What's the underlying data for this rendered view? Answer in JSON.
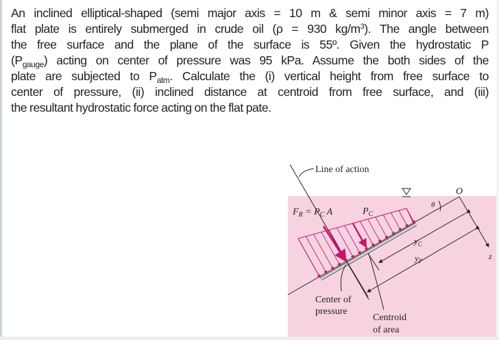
{
  "problem": {
    "l1": "An inclined elliptical-shaped (semi major axis = 10 m & semi minor axis = 7 m)",
    "l2a": "flat plate is entirely submerged in crude oil (ρ = 930 kg/m",
    "l2sup": "3",
    "l2b": "). The angle between",
    "l3": "the free surface and the plane of the surface is 55º. Given the hydrostatic P",
    "l4a": "(P",
    "l4sub": "gauge",
    "l4b": ") acting on center of pressure was 95 kPa. Assume the both sides of the",
    "l5a": "plate are subjected to P",
    "l5sub": "atm",
    "l5b": ". Calculate the (i) vertical height from free surface to",
    "l6": "center of pressure, (ii) inclined distance at centroid from free surface, and (iii)",
    "l7": "the resultant hydrostatic force acting on the flat pate."
  },
  "figure": {
    "line_of_action": "Line of action",
    "fr": "F",
    "fr_sub": "R",
    "fr_eq": " = P",
    "fr_sub2": "C",
    "fr_a": " A",
    "pc": "P",
    "pc_sub": "C",
    "origin": "O",
    "theta": "θ",
    "z": "z",
    "yc": "y",
    "yc_sub": "C",
    "yp": "y",
    "yp_sub": "P",
    "cop1": "Center of",
    "cop2": "pressure",
    "coa1": "Centroid",
    "coa2": "of area",
    "colors": {
      "background": "#f7d3e2",
      "force": "#d6157a"
    }
  }
}
